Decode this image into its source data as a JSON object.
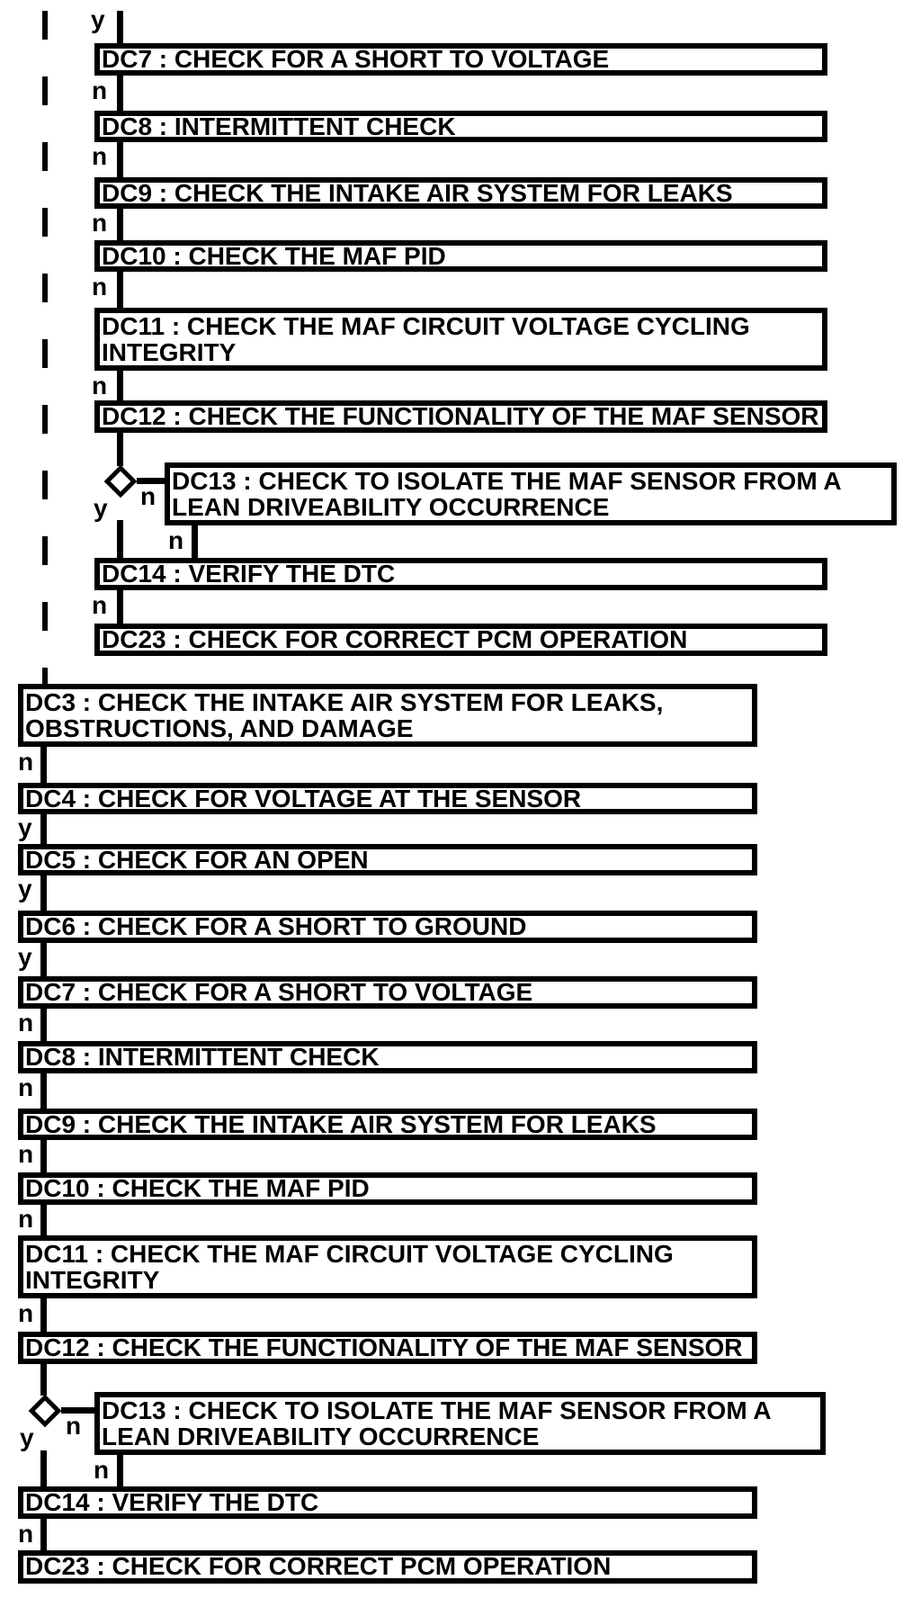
{
  "colors": {
    "background": "#ffffff",
    "line": "#000000",
    "text": "#000000"
  },
  "diagram": {
    "top_branch": {
      "entry_label": "y",
      "boxes": [
        {
          "text": "DC7 : CHECK FOR A SHORT TO VOLTAGE",
          "branch": "n"
        },
        {
          "text": "DC8 : INTERMITTENT CHECK",
          "branch": "n"
        },
        {
          "text": "DC9 : CHECK THE INTAKE AIR SYSTEM FOR LEAKS",
          "branch": "n"
        },
        {
          "text": "DC10 : CHECK THE MAF PID",
          "branch": "n"
        },
        {
          "text": "DC11 : CHECK THE MAF CIRCUIT VOLTAGE CYCLING INTEGRITY",
          "branch": "n"
        },
        {
          "text": "DC12 : CHECK THE FUNCTIONALITY OF THE MAF SENSOR",
          "branch": ""
        },
        {
          "text": "DC13 : CHECK TO ISOLATE THE MAF SENSOR FROM A LEAN DRIVEABILITY OCCURRENCE",
          "branch": "n"
        },
        {
          "text": "DC14 : VERIFY THE DTC",
          "branch": "n"
        },
        {
          "text": "DC23 : CHECK FOR CORRECT PCM OPERATION",
          "branch": ""
        }
      ],
      "decision": {
        "no_label": "n",
        "yes_label": "y"
      }
    },
    "main_branch": {
      "boxes": [
        {
          "text": "DC3 : CHECK THE INTAKE AIR SYSTEM FOR LEAKS, OBSTRUCTIONS, AND DAMAGE",
          "branch": "n"
        },
        {
          "text": "DC4 : CHECK FOR VOLTAGE AT THE SENSOR",
          "branch": "y"
        },
        {
          "text": "DC5 : CHECK FOR AN OPEN",
          "branch": "y"
        },
        {
          "text": "DC6 : CHECK FOR A SHORT TO GROUND",
          "branch": "y"
        },
        {
          "text": "DC7 : CHECK FOR A SHORT TO VOLTAGE",
          "branch": "n"
        },
        {
          "text": "DC8 : INTERMITTENT CHECK",
          "branch": "n"
        },
        {
          "text": "DC9 : CHECK THE INTAKE AIR SYSTEM FOR LEAKS",
          "branch": "n"
        },
        {
          "text": "DC10 : CHECK THE MAF PID",
          "branch": "n"
        },
        {
          "text": "DC11 : CHECK THE MAF CIRCUIT VOLTAGE CYCLING INTEGRITY",
          "branch": "n"
        },
        {
          "text": "DC12 : CHECK THE FUNCTIONALITY OF THE MAF SENSOR",
          "branch": ""
        },
        {
          "text": "DC13 : CHECK TO ISOLATE THE MAF SENSOR FROM A LEAN DRIVEABILITY OCCURRENCE",
          "branch": "n"
        },
        {
          "text": "DC14 : VERIFY THE DTC",
          "branch": "n"
        },
        {
          "text": "DC23 : CHECK FOR CORRECT PCM OPERATION",
          "branch": ""
        }
      ],
      "decision": {
        "no_label": "n",
        "yes_label": "y"
      }
    }
  }
}
